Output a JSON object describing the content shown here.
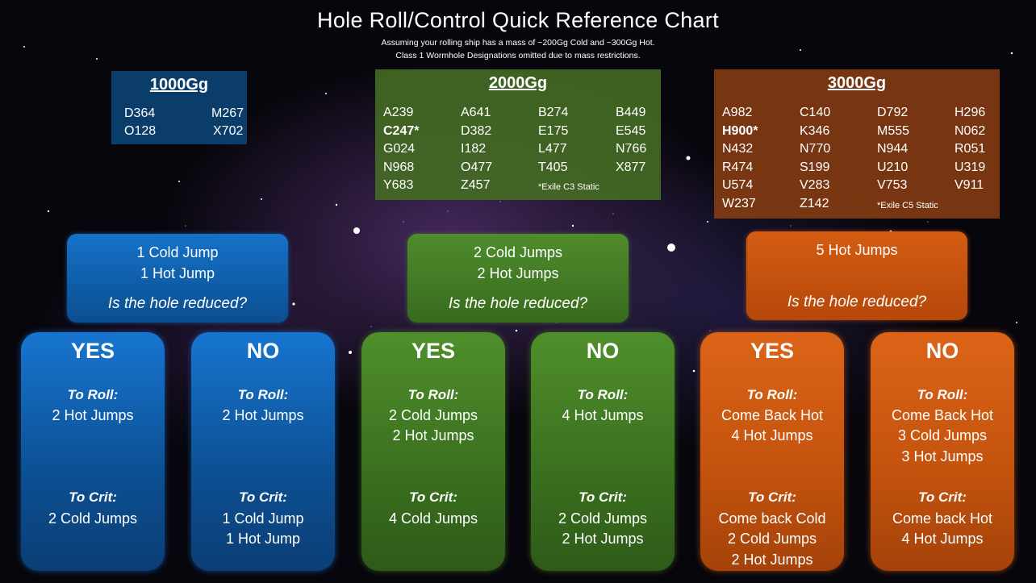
{
  "title": "Hole Roll/Control Quick Reference Chart",
  "subtitle_1": "Assuming your rolling ship has a mass of ~200Gg Cold and ~300Gg Hot.",
  "subtitle_2": "Class 1 Wormhole Designations omitted due to mass restrictions.",
  "colors": {
    "blue": "#0c5aa6",
    "green": "#43792a",
    "orange": "#cc5a14"
  },
  "mass_groups": [
    {
      "heading": "1000Gg",
      "codes": [
        "D364",
        "M267",
        "O128",
        "X702"
      ],
      "note": ""
    },
    {
      "heading": "2000Gg",
      "codes": [
        "A239",
        "A641",
        "B274",
        "B449",
        "C247*",
        "D382",
        "E175",
        "E545",
        "G024",
        "I182",
        "L477",
        "N766",
        "N968",
        "O477",
        "T405",
        "X877",
        "Y683",
        "Z457"
      ],
      "note": "*Exile C3 Static"
    },
    {
      "heading": "3000Gg",
      "codes": [
        "A982",
        "C140",
        "D792",
        "H296",
        "H900*",
        "K346",
        "M555",
        "N062",
        "N432",
        "N770",
        "N944",
        "R051",
        "R474",
        "S199",
        "U210",
        "U319",
        "U574",
        "V283",
        "V753",
        "V911",
        "W237",
        "Z142"
      ],
      "note": "*Exile C5 Static"
    }
  ],
  "questions": [
    {
      "line1": "1 Cold Jump",
      "line2": "1 Hot Jump",
      "question": "Is the hole reduced?"
    },
    {
      "line1": "2 Cold Jumps",
      "line2": "2 Hot Jumps",
      "question": "Is the hole reduced?"
    },
    {
      "line1": "5 Hot Jumps",
      "line2": "",
      "question": "Is the hole reduced?"
    }
  ],
  "labels": {
    "yes": "YES",
    "no": "NO",
    "to_roll": "To Roll:",
    "to_crit": "To Crit:"
  },
  "answers": [
    {
      "heading": "YES",
      "roll": [
        "2 Hot Jumps"
      ],
      "crit": [
        "2 Cold Jumps"
      ]
    },
    {
      "heading": "NO",
      "roll": [
        "2 Hot Jumps"
      ],
      "crit": [
        "1 Cold Jump",
        "1 Hot Jump"
      ]
    },
    {
      "heading": "YES",
      "roll": [
        "2 Cold Jumps",
        "2 Hot Jumps"
      ],
      "crit": [
        "4 Cold Jumps"
      ]
    },
    {
      "heading": "NO",
      "roll": [
        "4 Hot Jumps"
      ],
      "crit": [
        "2 Cold Jumps",
        "2 Hot Jumps"
      ]
    },
    {
      "heading": "YES",
      "roll": [
        "Come Back Hot",
        "4 Hot Jumps"
      ],
      "crit": [
        "Come back Cold",
        "2 Cold Jumps",
        "2 Hot Jumps"
      ]
    },
    {
      "heading": "NO",
      "roll": [
        "Come Back Hot",
        "3 Cold Jumps",
        "3 Hot Jumps"
      ],
      "crit": [
        "Come back Hot",
        "4 Hot Jumps"
      ]
    }
  ]
}
